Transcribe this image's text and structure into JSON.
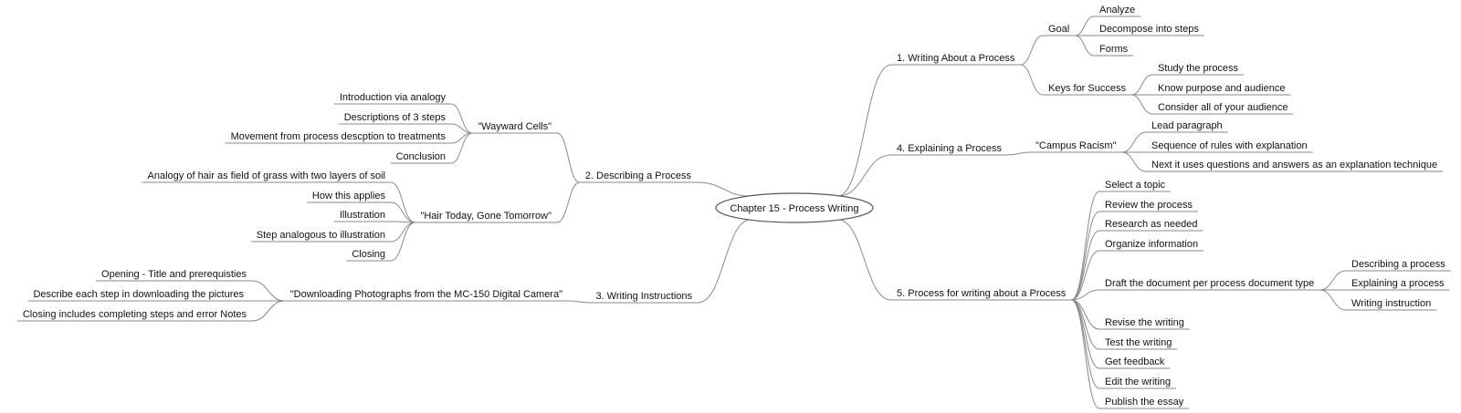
{
  "mindmap": {
    "central": "Chapter 15 - Process Writing",
    "nodes": {
      "b1": "1. Writing About a Process",
      "b1_goal": "Goal",
      "b1_goal_1": "Analyze",
      "b1_goal_2": "Decompose into steps",
      "b1_goal_3": "Forms",
      "b1_keys": "Keys for Success",
      "b1_keys_1": "Study the process",
      "b1_keys_2": "Know purpose and audience",
      "b1_keys_3": "Consider all of your audience",
      "b2": "2. Describing a Process",
      "b2_wc": "\"Wayward Cells\"",
      "b2_wc_1": "Introduction via analogy",
      "b2_wc_2": "Descriptions of 3 steps",
      "b2_wc_3": "Movement from process descption to treatments",
      "b2_wc_4": "Conclusion",
      "b2_ht": "\"Hair Today, Gone Tomorrow\"",
      "b2_ht_1": "Analogy of hair as field of grass with two layers of soil",
      "b2_ht_2": "How this applies",
      "b2_ht_3": "Illustration",
      "b2_ht_4": "Step analogous to illustration",
      "b2_ht_5": "Closing",
      "b3": "3. Writing Instructions",
      "b3_dl": "\"Downloading Photographs from the MC-150 Digital Camera\"",
      "b3_dl_1": "Opening - Title and prerequisties",
      "b3_dl_2": "Describe each step in downloading the pictures",
      "b3_dl_3": "Closing includes completing steps and error Notes",
      "b4": "4. Explaining a Process",
      "b4_cr": "\"Campus Racism\"",
      "b4_cr_1": "Lead paragraph",
      "b4_cr_2": "Sequence of rules with explanation",
      "b4_cr_3": "Next it uses questions and answers as an explanation technique",
      "b5": "5. Process for writing about a Process",
      "b5_1": "Select a topic",
      "b5_2": "Review the process",
      "b5_3": "Research as needed",
      "b5_4": "Organize information",
      "b5_5": "Draft the document per process document type",
      "b5_5_1": "Describing a process",
      "b5_5_2": "Explaining a process",
      "b5_5_3": "Writing instruction",
      "b5_6": "Revise the writing",
      "b5_7": "Test the writing",
      "b5_8": "Get feedback",
      "b5_9": "Edit the writing",
      "b5_10": "Publish the essay"
    }
  }
}
